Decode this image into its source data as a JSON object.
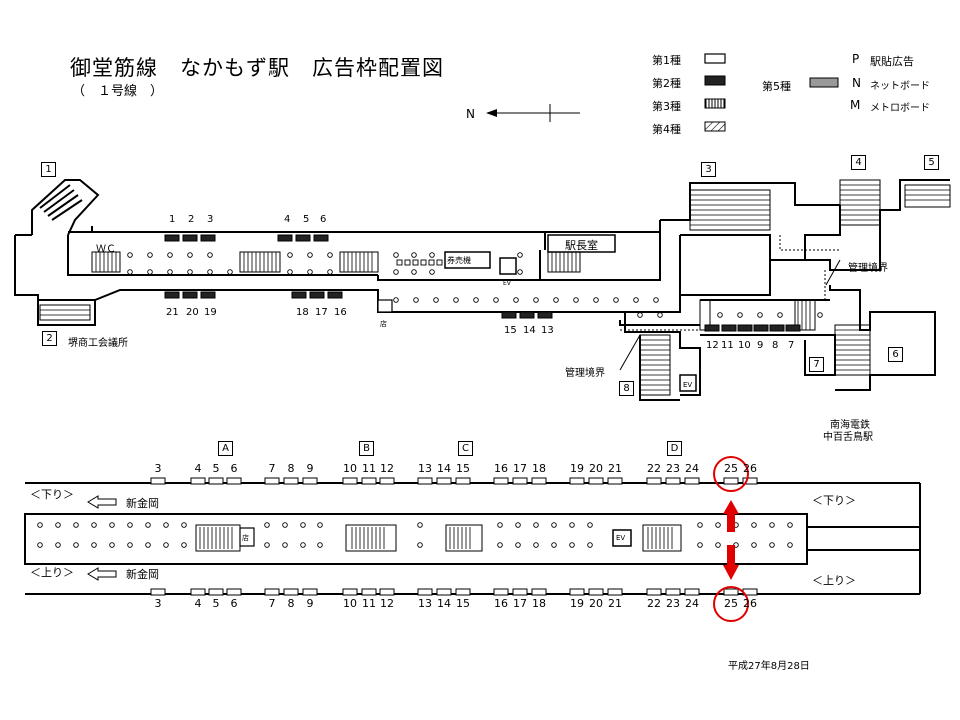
{
  "title": "御堂筋線　なかもず駅　広告枠配置図",
  "subtitle": "（　１号線　）",
  "legend": {
    "type1": "第1種",
    "type2": "第2種",
    "type3": "第3種",
    "type4": "第4種",
    "type5": "第5種",
    "p_label": "P",
    "p_text": "駅貼広告",
    "n_label": "N",
    "n_text": "ネットボード",
    "m_label": "M",
    "m_text": "メトロボード"
  },
  "north": "N",
  "exits": [
    "1",
    "2",
    "3",
    "4",
    "5",
    "6",
    "7",
    "8"
  ],
  "concourse": {
    "wc": "ＷＣ",
    "ticket": "券売機",
    "stationmaster": "駅長室",
    "ev": "EV",
    "shop": "店",
    "sakai": "堺商工会議所",
    "boundary1": "管理境界",
    "boundary2": "管理境界",
    "nankai1": "南海電鉄",
    "nankai2": "中百舌鳥駅",
    "top_nums1": [
      "1",
      "2",
      "3"
    ],
    "top_nums2": [
      "4",
      "5",
      "6"
    ],
    "bot_nums1": [
      "21",
      "20",
      "19"
    ],
    "bot_nums2": [
      "18",
      "17",
      "16"
    ],
    "bot_nums3": [
      "15",
      "14",
      "13"
    ],
    "right_nums": [
      "12",
      "11",
      "10",
      "9",
      "8",
      "7"
    ],
    "ev2": "EV"
  },
  "platform": {
    "sections": [
      "A",
      "B",
      "C",
      "D"
    ],
    "nums": [
      "3",
      "4",
      "5",
      "6",
      "7",
      "8",
      "9",
      "10",
      "11",
      "12",
      "13",
      "14",
      "15",
      "16",
      "17",
      "18",
      "19",
      "20",
      "21",
      "22",
      "23",
      "24",
      "25",
      "26"
    ],
    "down_label": "＜下り＞",
    "up_label": "＜上り＞",
    "down_right": "＜下り＞",
    "up_right": "＜上り＞",
    "dest_down": "新金岡",
    "dest_up": "新金岡",
    "shop": "店",
    "ev": "EV",
    "highlight_color": "#e00000"
  },
  "date": "平成27年8月28日"
}
